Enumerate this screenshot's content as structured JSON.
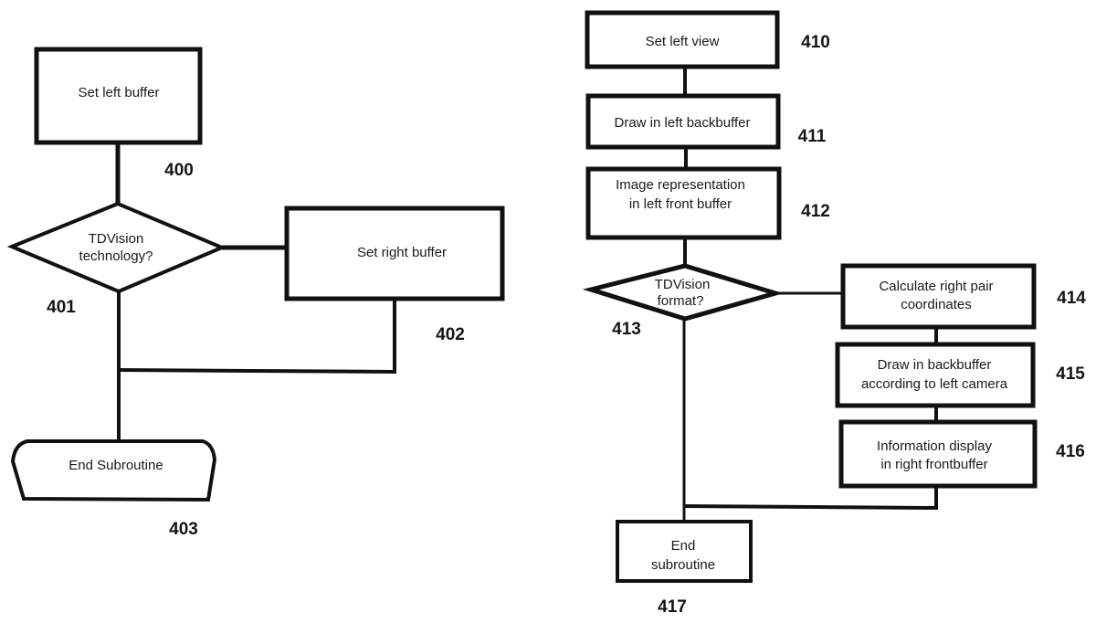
{
  "figure": {
    "left_flowchart": {
      "nodes": {
        "set_left_buffer": {
          "ref": "400",
          "lines": [
            "Set left buffer"
          ]
        },
        "tdvision_technology": {
          "ref": "401",
          "lines": [
            "TDVision",
            "technology?"
          ]
        },
        "set_right_buffer": {
          "ref": "402",
          "lines": [
            "Set right buffer"
          ]
        },
        "end_subroutine": {
          "ref": "403",
          "lines": [
            "End Subroutine"
          ]
        }
      }
    },
    "right_flowchart": {
      "nodes": {
        "set_left_view": {
          "ref": "410",
          "lines": [
            "Set left view"
          ]
        },
        "draw_left_backbuffer": {
          "ref": "411",
          "lines": [
            "Draw in left backbuffer"
          ]
        },
        "image_left_front_buffer": {
          "ref": "412",
          "lines": [
            "Image representation",
            "in left front buffer"
          ]
        },
        "tdvision_format": {
          "ref": "413",
          "lines": [
            "TDVision",
            "format?"
          ]
        },
        "calc_right_pair": {
          "ref": "414",
          "lines": [
            "Calculate right pair",
            "coordinates"
          ]
        },
        "draw_backbuffer_left_camera": {
          "ref": "415",
          "lines": [
            "Draw in backbuffer",
            "according to left camera"
          ]
        },
        "info_display_right_frontbuffer": {
          "ref": "416",
          "lines": [
            "Information display",
            "in right frontbuffer"
          ]
        },
        "end_subroutine": {
          "ref": "417",
          "lines": [
            "End",
            "subroutine"
          ]
        }
      }
    },
    "colors": {
      "ink": "#111111",
      "background": "#ffffff"
    }
  }
}
